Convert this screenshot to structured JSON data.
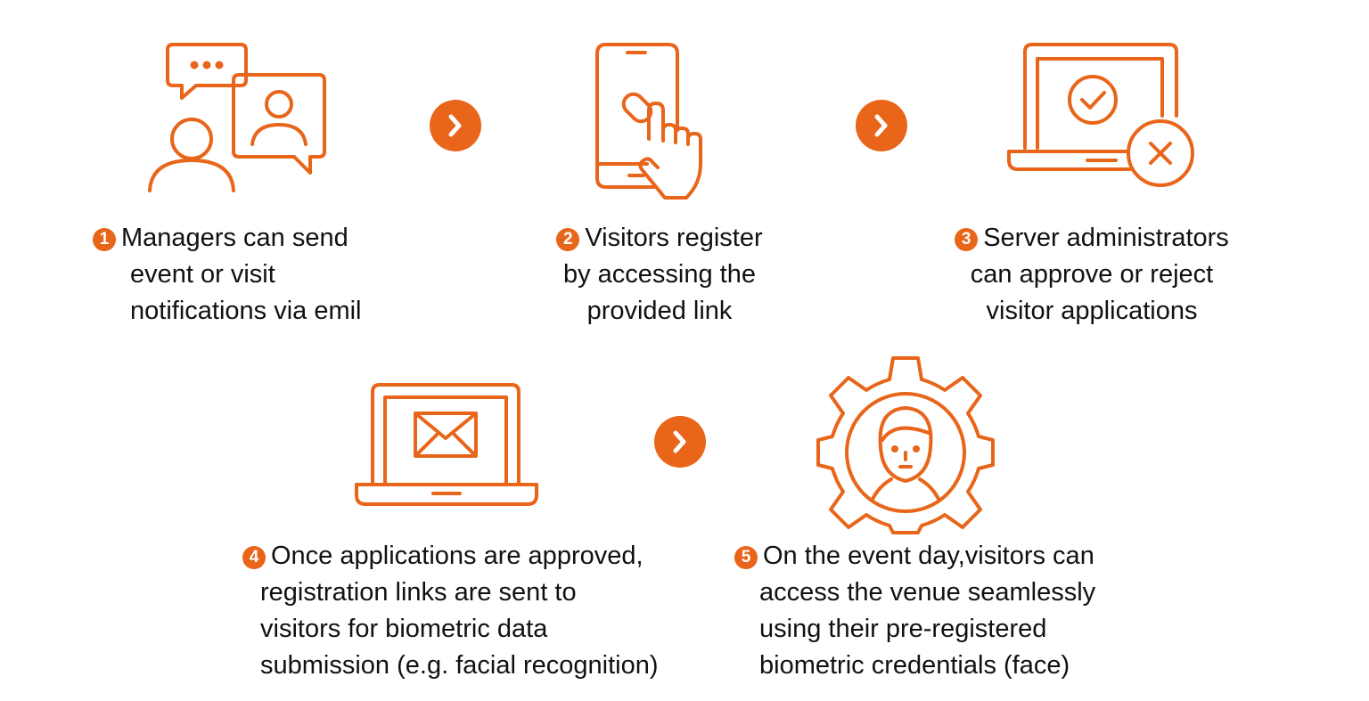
{
  "accent_color": "#E8651A",
  "steps": [
    {
      "number": "1",
      "icon": "chat-users-icon",
      "lines": [
        "Managers can send",
        "event or visit",
        "notifications via emil"
      ]
    },
    {
      "number": "2",
      "icon": "phone-tap-link-icon",
      "lines": [
        "Visitors register",
        "by accessing the",
        "provided link"
      ]
    },
    {
      "number": "3",
      "icon": "laptop-approve-reject-icon",
      "lines": [
        "Server administrators",
        "can approve or reject",
        "visitor applications"
      ]
    },
    {
      "number": "4",
      "icon": "laptop-mail-icon",
      "lines": [
        "Once applications are approved,",
        "registration links are sent to",
        "visitors for biometric data",
        "submission (e.g. facial recognition)"
      ]
    },
    {
      "number": "5",
      "icon": "gear-face-icon",
      "lines": [
        "On the event day,visitors can",
        "access the venue seamlessly",
        "using their pre-registered",
        "biometric credentials (face)"
      ]
    }
  ],
  "arrows": [
    "chevron-right-icon",
    "chevron-right-icon",
    "chevron-right-icon"
  ]
}
